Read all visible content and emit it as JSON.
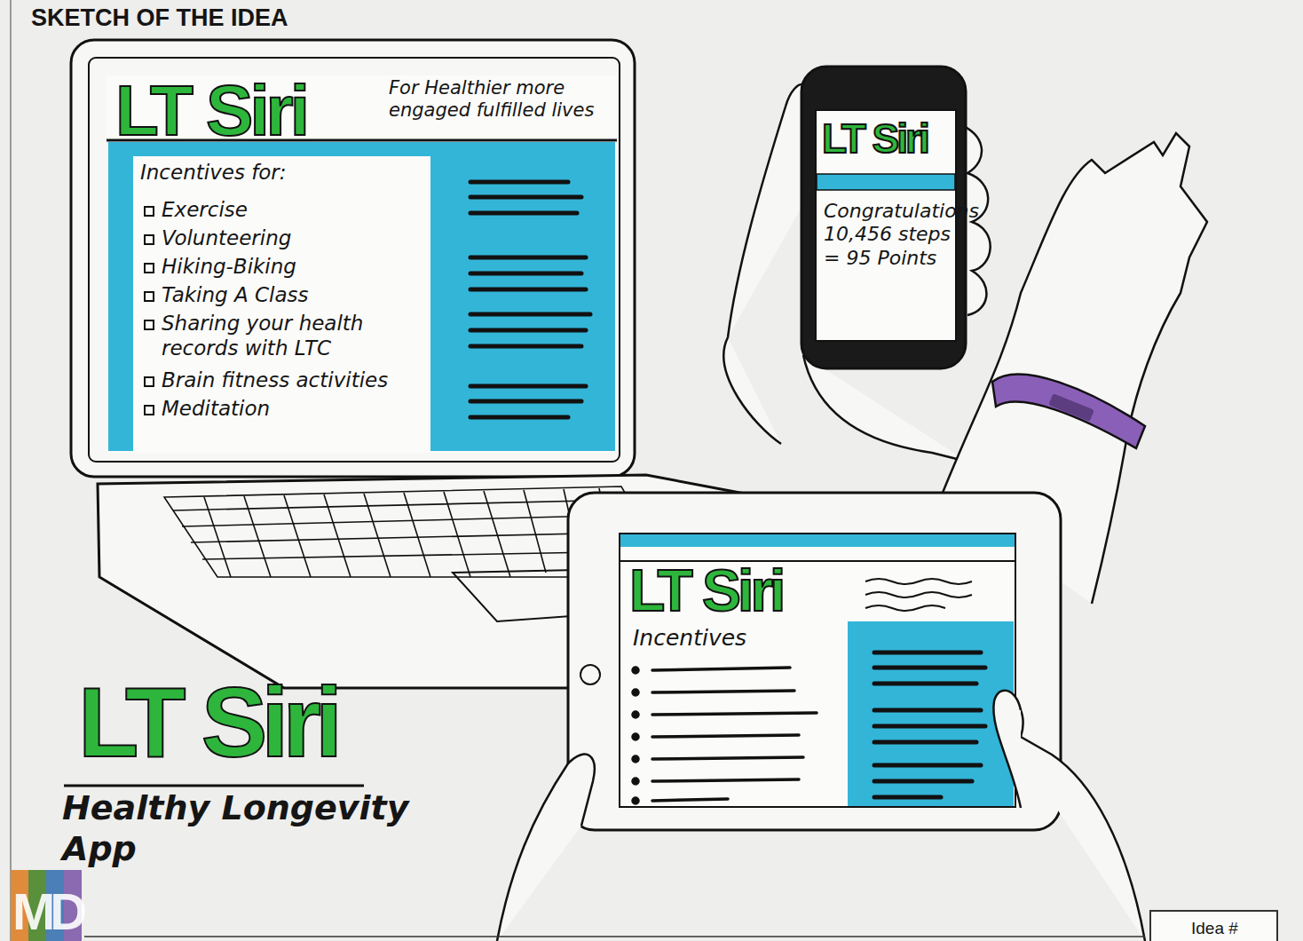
{
  "diagram": {
    "nodes": [
      {
        "text": [
          "LT Siri",
          "For Healthier more engaged fulfilled lives",
          "Incentives for:",
          "Exercise",
          "Volunteering",
          "Hiking-Biking",
          "Taking A Class",
          "Sharing your health records with LTC",
          "Brain fitness activities",
          "Meditation"
        ]
      },
      {
        "text": [
          "LT Siri",
          "Congratulations 10,456 steps = 95 Points"
        ]
      },
      {
        "text": [
          "LT Siri",
          "Incentives"
        ]
      },
      {
        "text": [
          "Idea #"
        ]
      }
    ],
    "labels": [
      "SKETCH OF THE IDEA",
      "LT Siri",
      "Healthy Longevity App",
      "MD"
    ]
  }
}
